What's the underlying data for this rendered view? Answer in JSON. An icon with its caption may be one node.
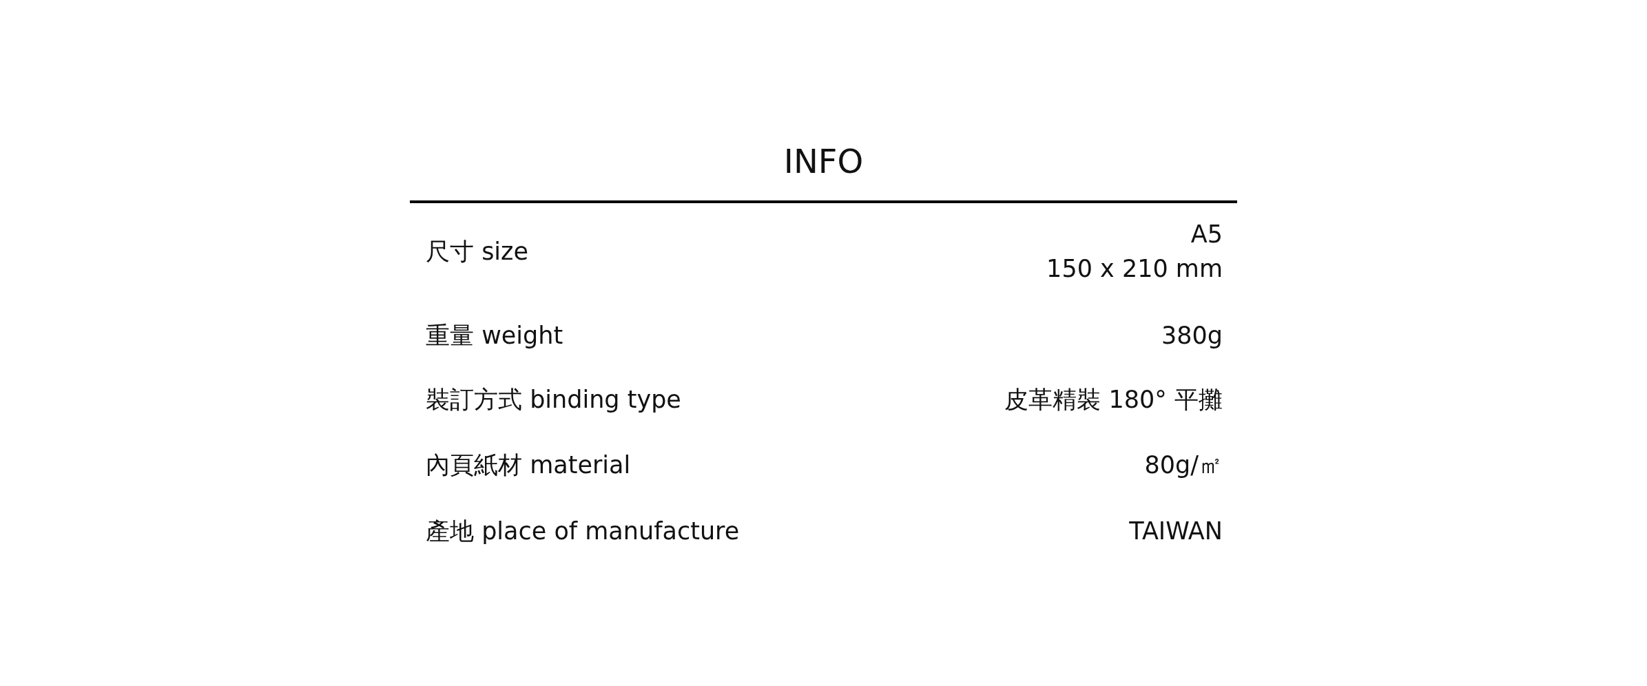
{
  "diagram": {
    "title": "INFO",
    "labels": [
      "尺寸 size",
      "A5",
      "150 x 210 mm",
      "重量 weight",
      "380g",
      "裝訂方式 binding type",
      "皮革精裝 180° 平攤",
      "內頁紙材 material",
      "80g/㎡",
      "產地 place of manufacture",
      "TAIWAN"
    ]
  }
}
